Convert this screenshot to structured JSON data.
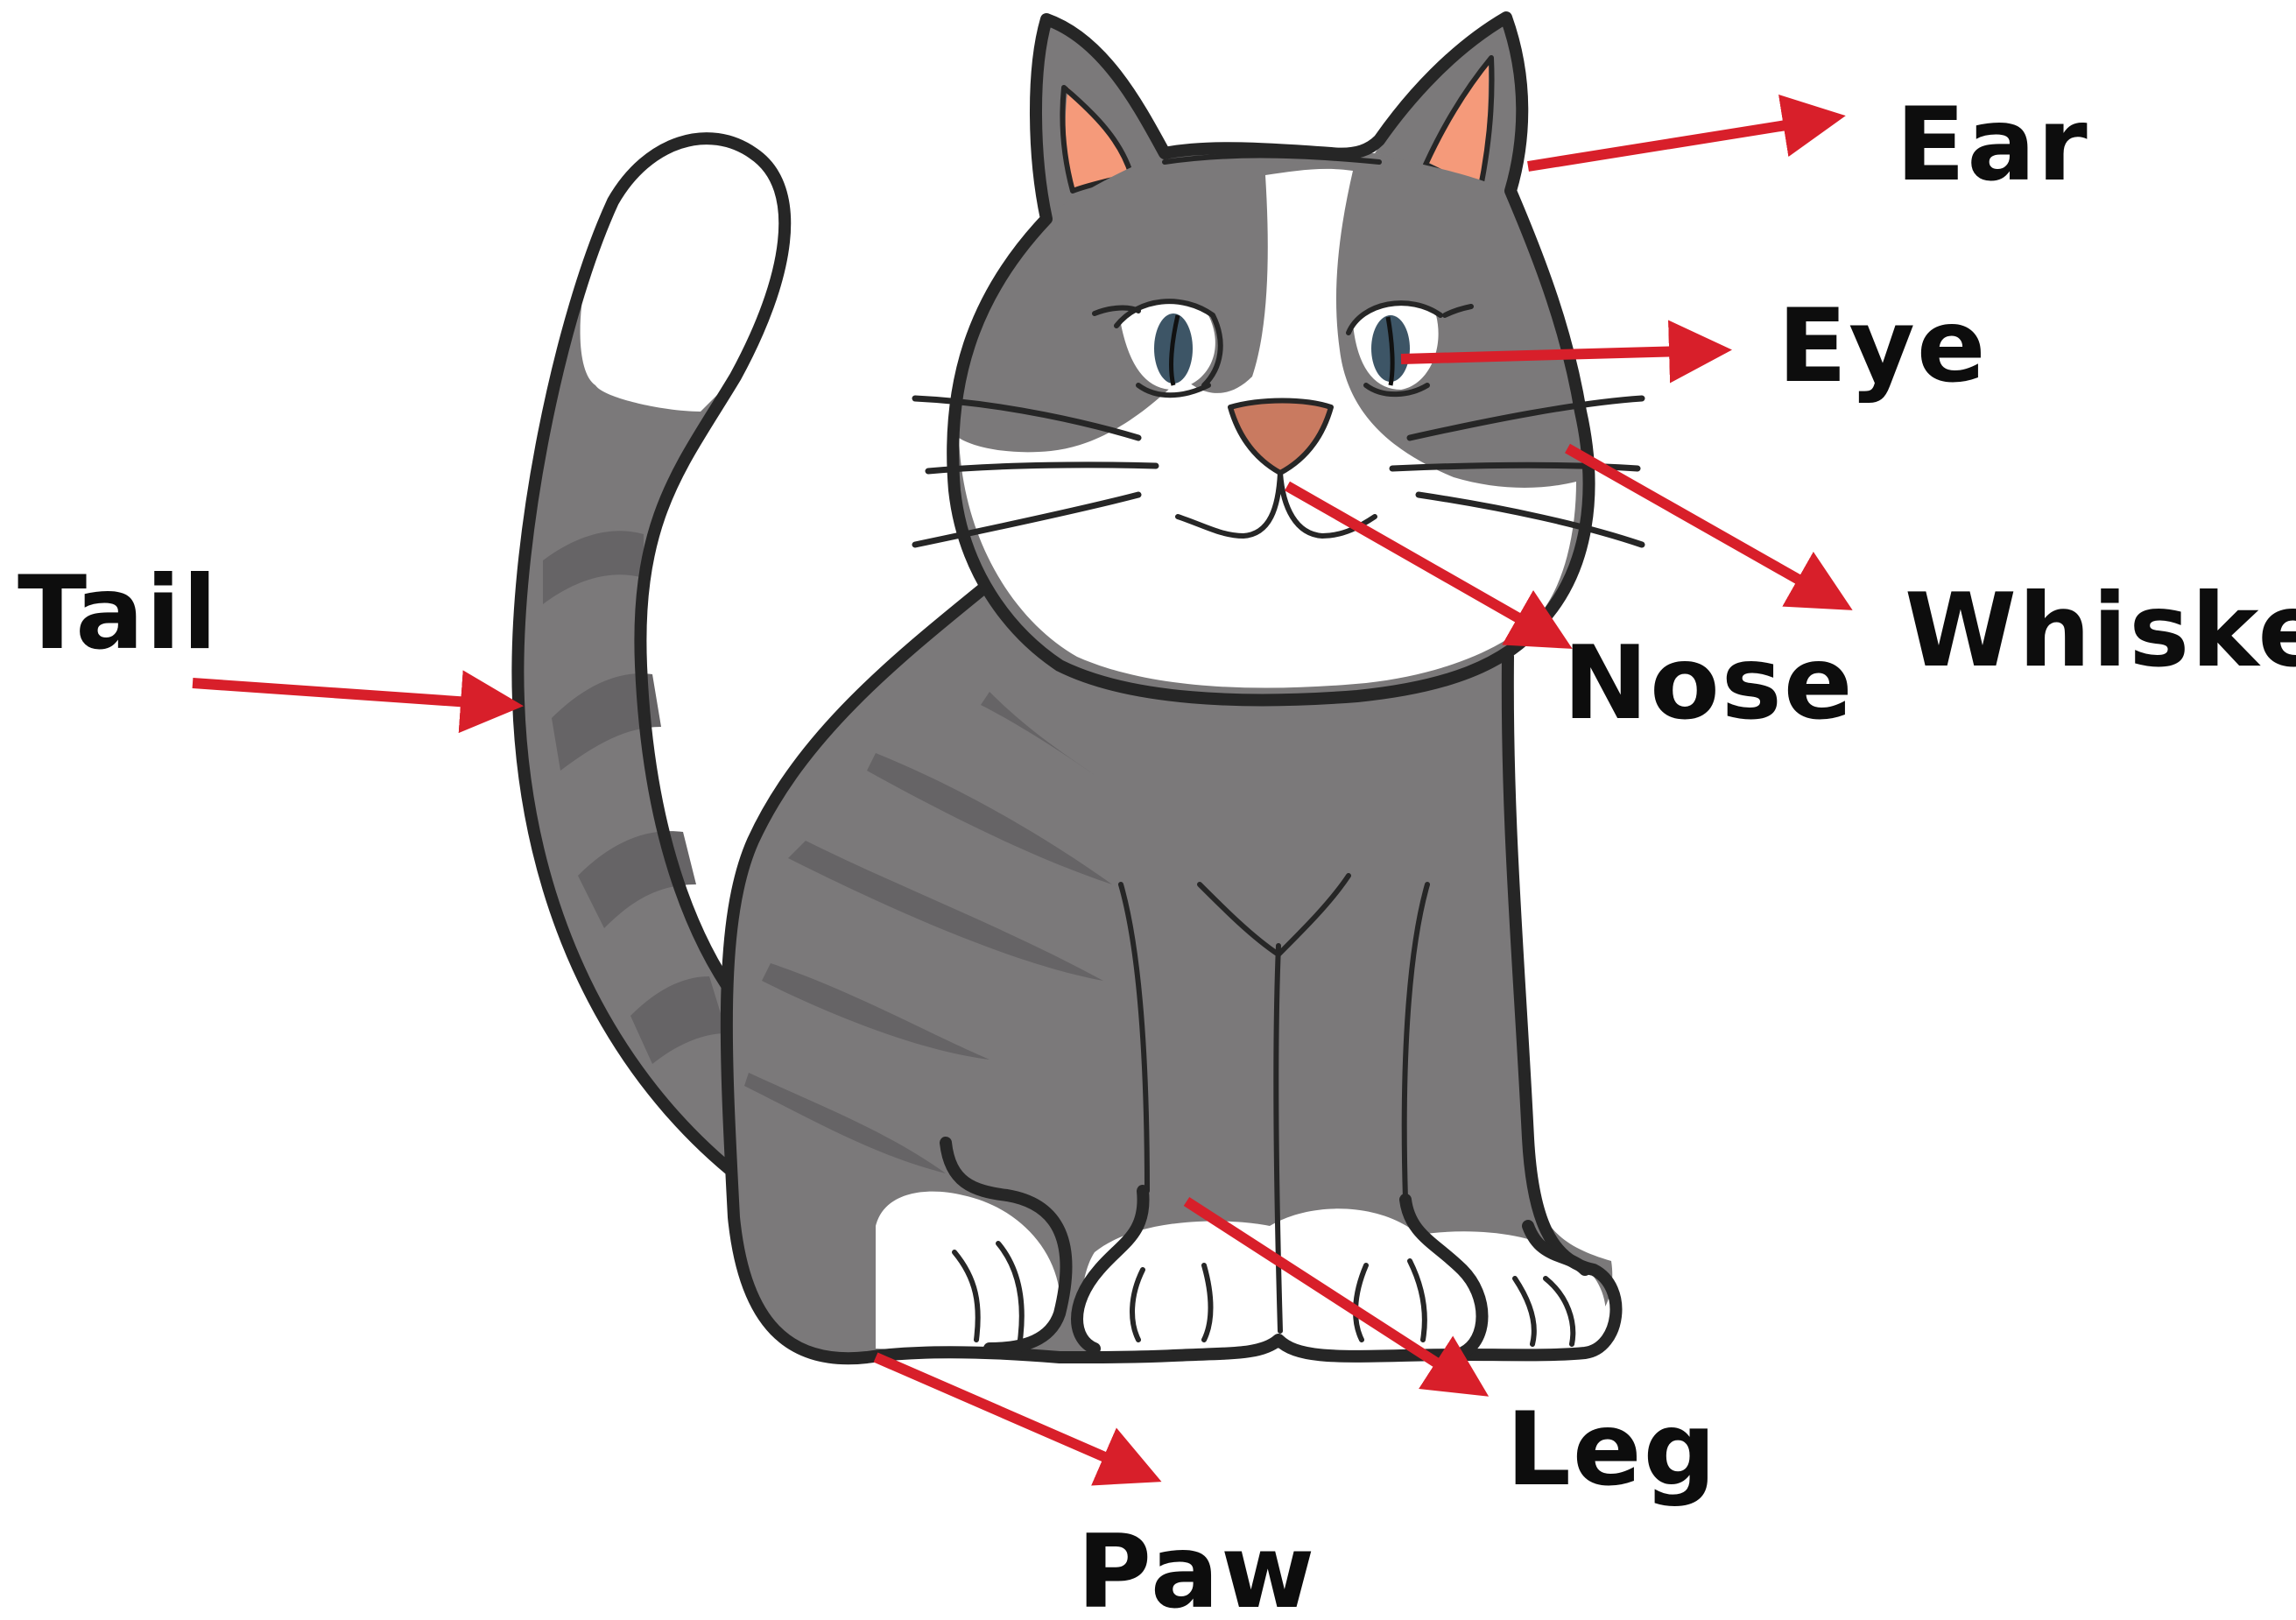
{
  "colors": {
    "fur": "#7b797a",
    "stripe": "#666466",
    "outline": "#262626",
    "white_fur": "#ffffff",
    "inner_ear": "#f59a7a",
    "nose": "#c97a60",
    "iris": "#3d5566",
    "arrow": "#d81f2a"
  },
  "labels": {
    "ear": "Ear",
    "eye": "Eye",
    "whiskers": "Whiskers",
    "nose": "Nose",
    "tail": "Tail",
    "leg": "Leg",
    "paw": "Paw"
  }
}
